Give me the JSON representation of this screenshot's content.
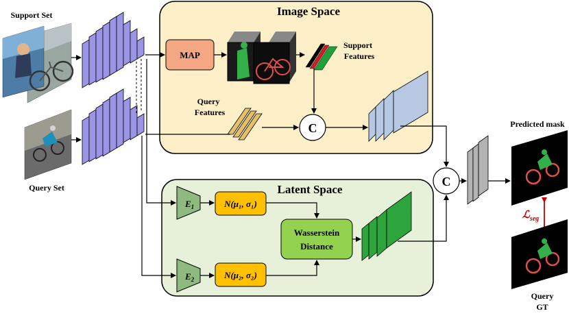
{
  "support_set_label": "Support Set",
  "query_set_label": "Query Set",
  "image_space_title": "Image Space",
  "latent_space_title": "Latent Space",
  "map_label": "MAP",
  "support_features_line1": "Support",
  "support_features_line2": "Features",
  "query_features_line1": "Query",
  "query_features_line2": "Features",
  "concat_symbol": "C",
  "encoder1_main": "E",
  "encoder1_sub": "1",
  "encoder2_main": "E",
  "encoder2_sub": "2",
  "dist1_label": "N(μ₁, σ₁)",
  "dist2_label": "N(μ₂, σ₂)",
  "wasserstein_line1": "Wasserstein",
  "wasserstein_line2": "Distance",
  "predicted_mask_label": "Predicted mask",
  "loss_main": "ℒ",
  "loss_sub": "seg",
  "query_gt_line1": "Query",
  "query_gt_line2": "GT",
  "colors": {
    "image_space_bg": "#fdf0c9",
    "latent_space_bg": "#e7f0d9",
    "backbone": "#9b95e6",
    "map_box": "#f4a783",
    "query_feat": "#e4c06a",
    "concat_feat": "#b6c8e2",
    "latent_feat": "#2da43c",
    "wasserstein_box": "#93d24f",
    "dist_box": "#ffc000",
    "encoder": "#8fba7f",
    "output_feat": "#b3b3b3",
    "loss": "#c00000"
  }
}
